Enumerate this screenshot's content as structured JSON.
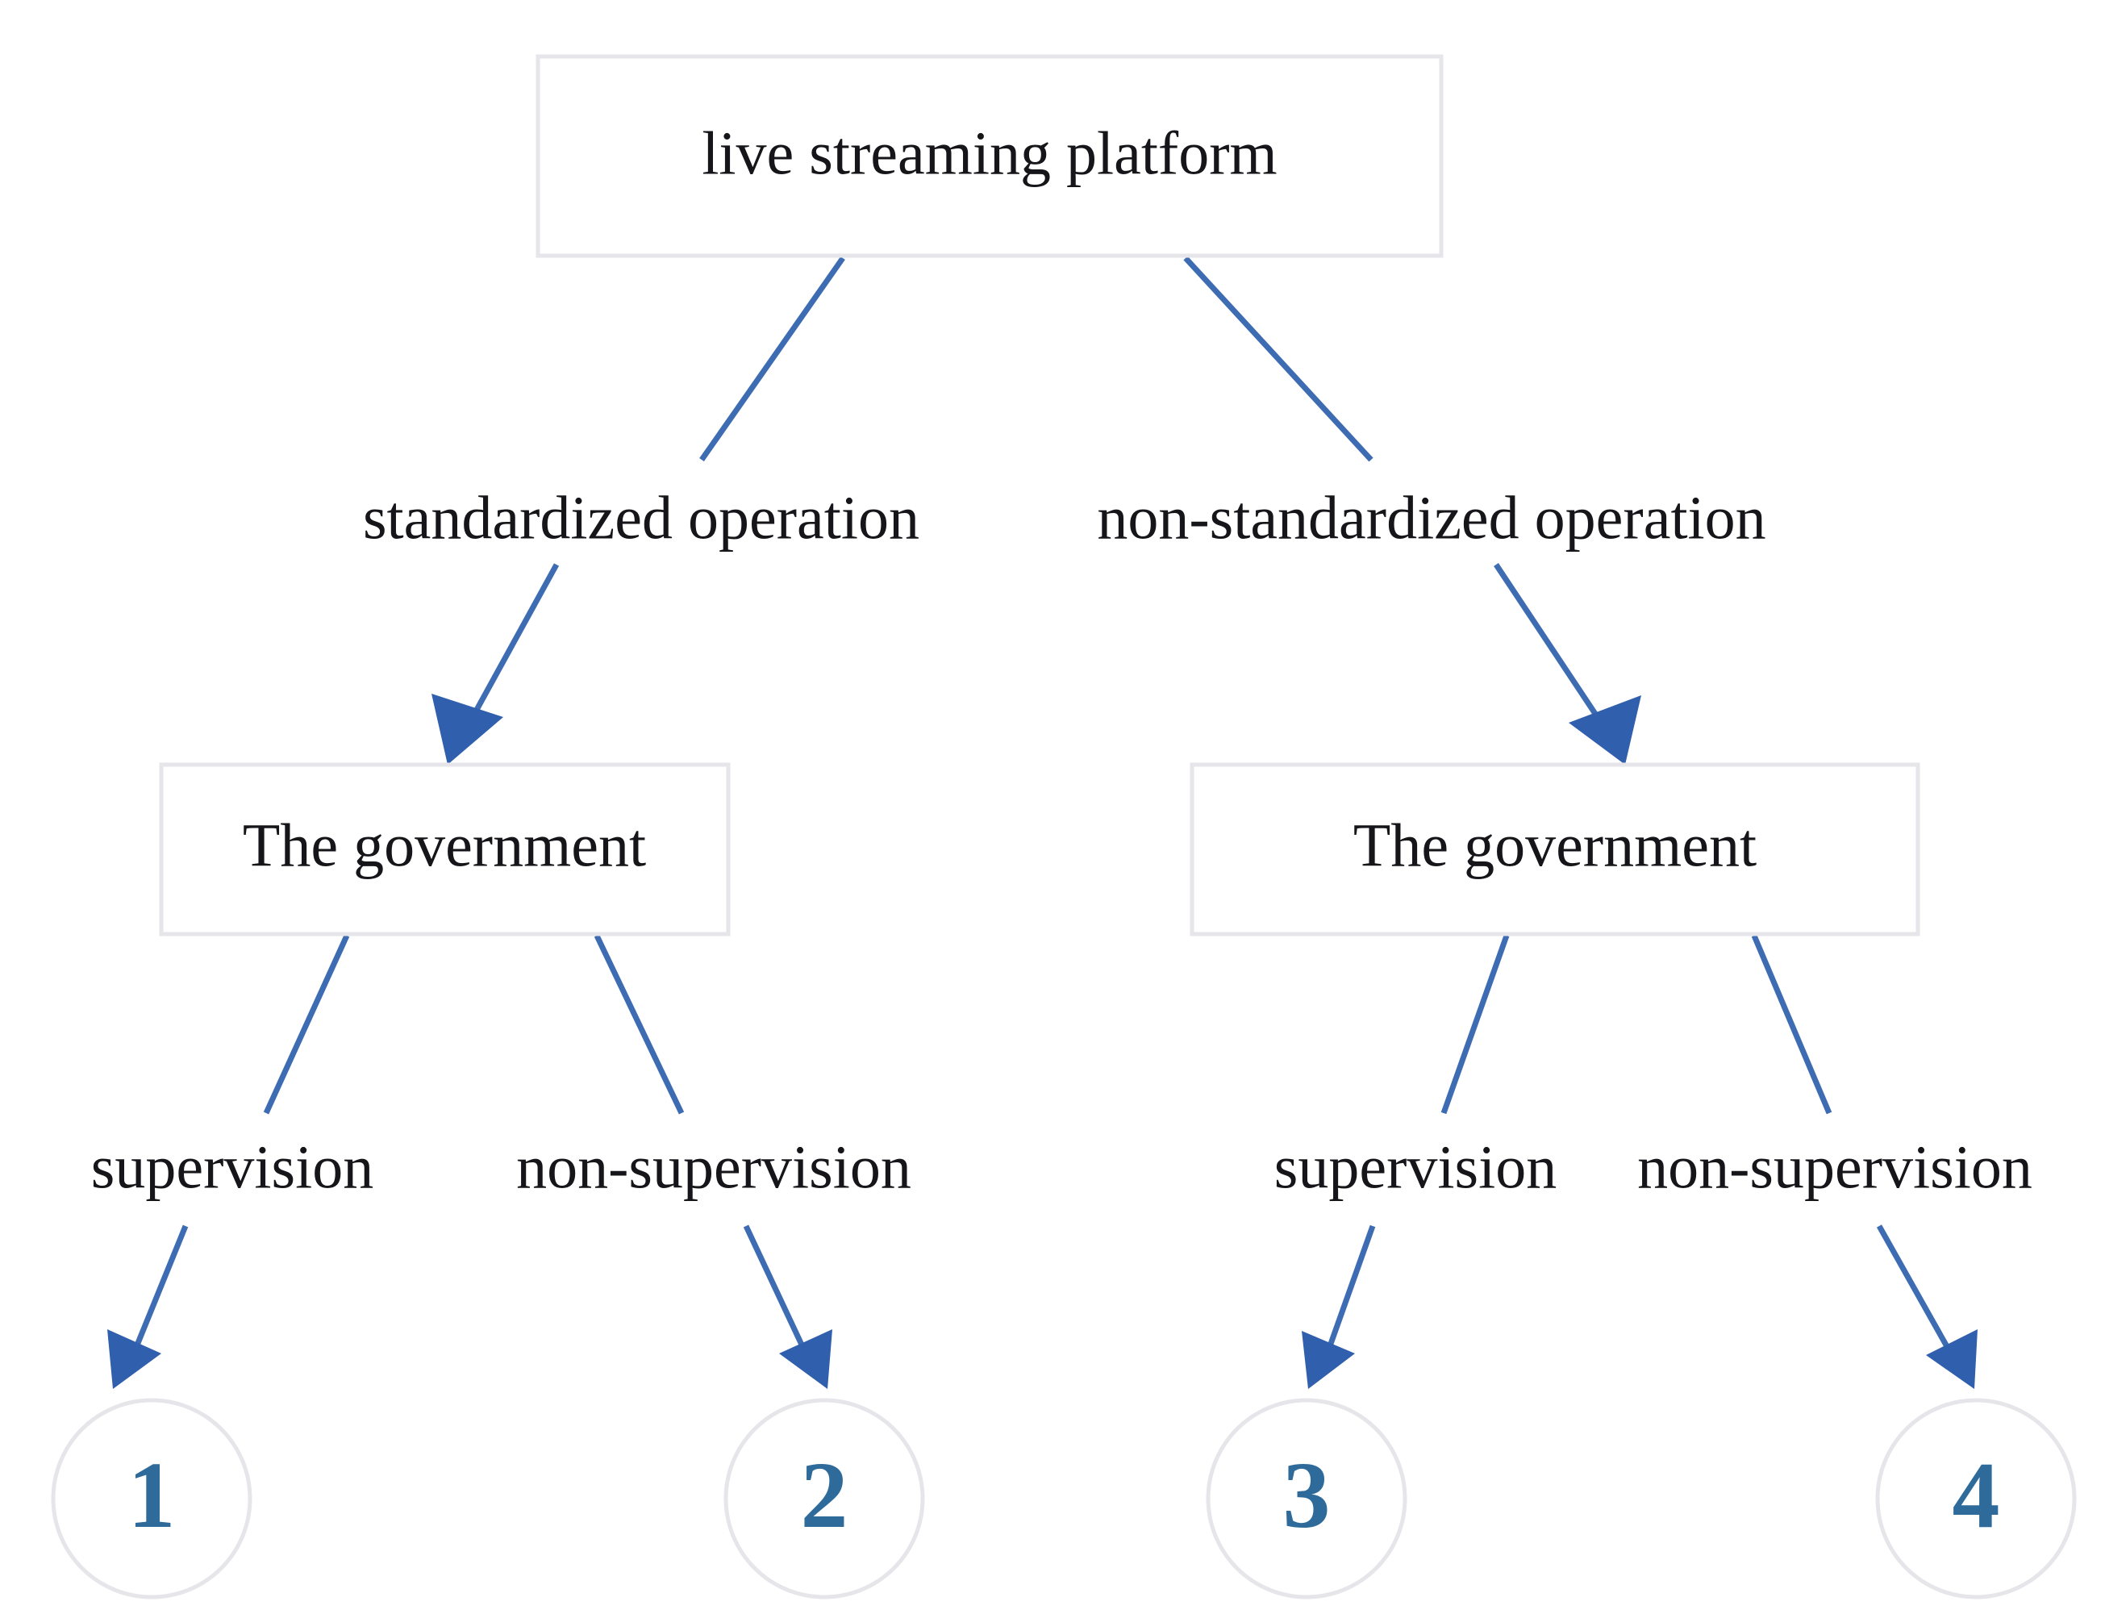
{
  "diagram": {
    "type": "decision-tree",
    "title": "live streaming platform decision tree",
    "colors": {
      "connector": "#3d6cb2",
      "arrowhead": "#2f5fad",
      "box_border": "#e6e6ea",
      "node_text": "#16161a",
      "leaf_number": "#2e6b9b",
      "background": "#ffffff"
    },
    "root": {
      "label": "live streaming platform"
    },
    "level1_edge_labels": [
      "standardized operation",
      "non-standardized operation"
    ],
    "level1_nodes": [
      {
        "label": "The government"
      },
      {
        "label": "The government"
      }
    ],
    "level2_edge_labels": [
      "supervision",
      "non-supervision",
      "supervision",
      "non-supervision"
    ],
    "leaves": [
      {
        "number": "1"
      },
      {
        "number": "2"
      },
      {
        "number": "3"
      },
      {
        "number": "4"
      }
    ]
  }
}
